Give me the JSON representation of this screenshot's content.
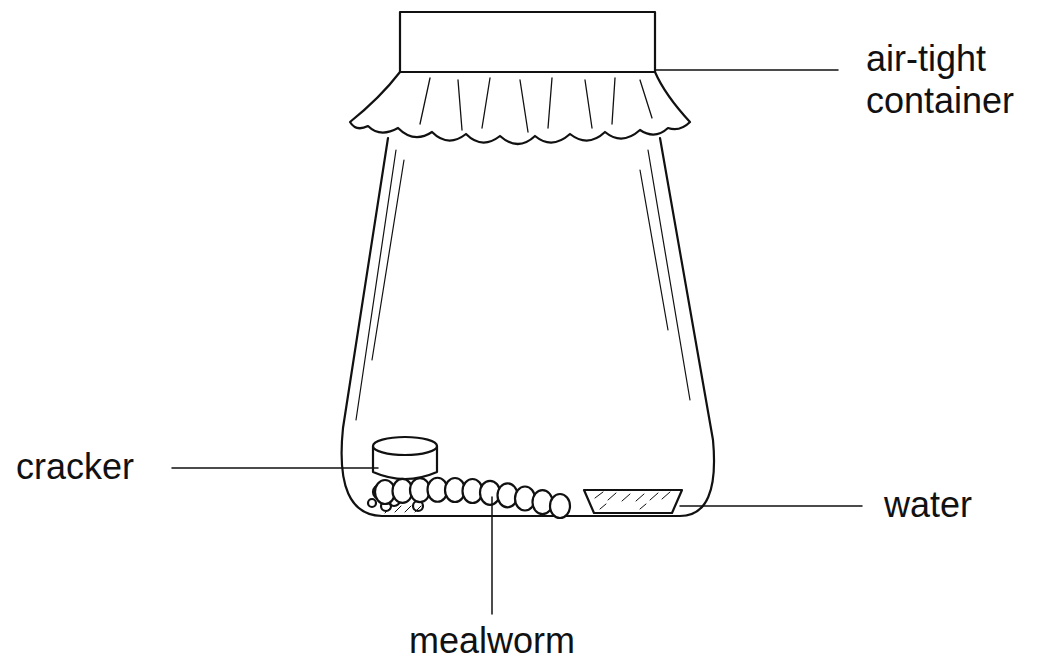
{
  "diagram": {
    "labels": [
      "air-tight container",
      "cracker",
      "water",
      "mealworm"
    ]
  }
}
